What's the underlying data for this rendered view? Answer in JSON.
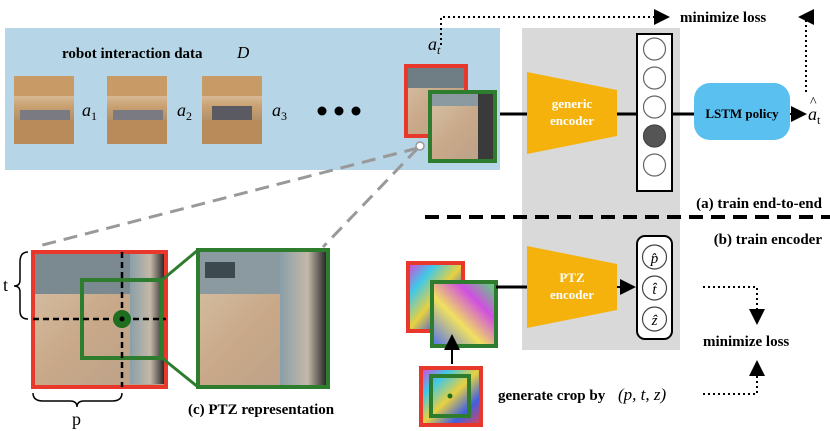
{
  "colors": {
    "data_panel_bg": "#b6d5e6",
    "gray_panel_bg": "#d9d9d9",
    "red_frame": "#e8372b",
    "green_frame": "#2e7d2e",
    "encoder_yellow": "#f5b20c",
    "lstm_blue": "#5ac0f0",
    "dark_unit": "#555555"
  },
  "top": {
    "minimize_loss": "minimize loss"
  },
  "data_panel": {
    "title": "robot interaction data",
    "title_symbol": "D",
    "actions": [
      {
        "base": "a",
        "sub": "1"
      },
      {
        "base": "a",
        "sub": "2"
      },
      {
        "base": "a",
        "sub": "3"
      }
    ],
    "current_action": {
      "base": "a",
      "sub": "t"
    }
  },
  "e2e": {
    "encoder_label_line1": "generic",
    "encoder_label_line2": "encoder",
    "policy_label": "LSTM policy",
    "output": {
      "base": "a",
      "hat": "^",
      "sub": "t"
    },
    "caption": "(a) train end-to-end"
  },
  "encoder_train": {
    "caption": "(b) train encoder",
    "encoder_label_line1": "PTZ",
    "encoder_label_line2": "encoder",
    "outputs": [
      "p̂",
      "t̂",
      "ẑ"
    ],
    "minimize_loss": "minimize loss",
    "generate_crop_prefix": "generate crop by",
    "generate_crop_params": "(p, t, z)"
  },
  "ptz": {
    "axis_t": "t",
    "axis_p": "p",
    "caption": "(c) PTZ representation"
  }
}
